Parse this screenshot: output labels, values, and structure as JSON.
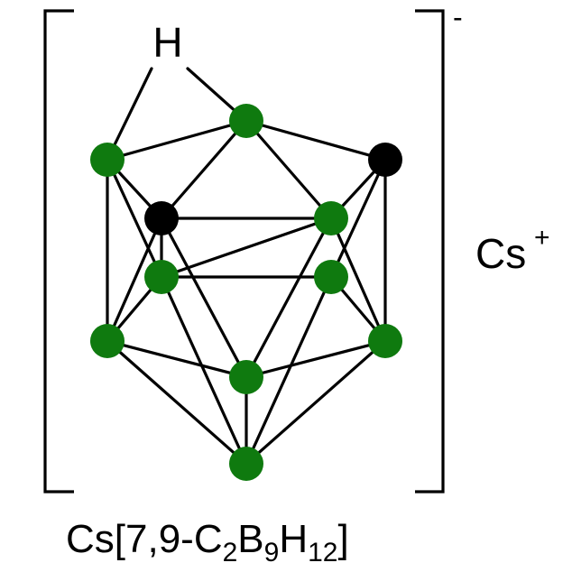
{
  "molecule": {
    "hydrogen_label": "H",
    "anion_charge": "-",
    "cation_symbol": "Cs",
    "cation_charge": "+",
    "formula": {
      "prefix": "Cs[7,9-C",
      "c_count": "2",
      "b_symbol": "B",
      "b_count": "9",
      "h_symbol": "H",
      "h_count": "12",
      "suffix": "]"
    }
  },
  "colors": {
    "boron": "#0f7a0f",
    "carbon": "#000000",
    "bond": "#000000"
  },
  "atoms": [
    {
      "id": "B-top-left",
      "element": "B"
    },
    {
      "id": "B-top-center",
      "element": "B"
    },
    {
      "id": "C-top-right",
      "element": "C"
    },
    {
      "id": "C-mid-left",
      "element": "C"
    },
    {
      "id": "B-mid-right",
      "element": "B"
    },
    {
      "id": "B-back-left",
      "element": "B"
    },
    {
      "id": "B-back-right",
      "element": "B"
    },
    {
      "id": "B-lower-left",
      "element": "B"
    },
    {
      "id": "B-lower-right",
      "element": "B"
    },
    {
      "id": "B-lower-center",
      "element": "B"
    },
    {
      "id": "B-bottom",
      "element": "B"
    }
  ]
}
